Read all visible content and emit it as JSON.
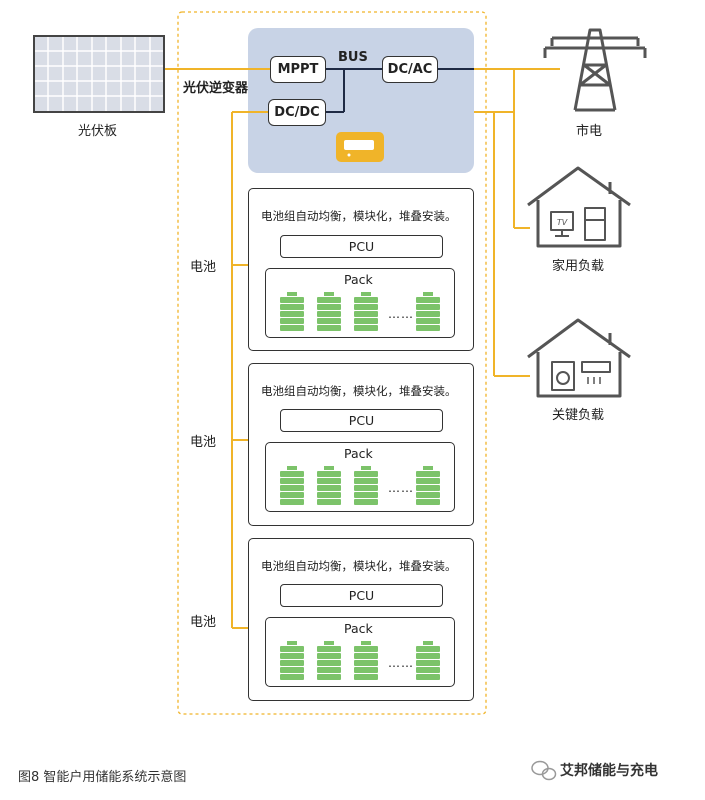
{
  "labels": {
    "pv_panel": "光伏板",
    "inverter": "光伏逆变器",
    "grid": "市电",
    "home_load": "家用负载",
    "critical_load": "关键负载",
    "bus": "BUS"
  },
  "converters": {
    "mppt": "MPPT",
    "dcdc": "DC/DC",
    "dcac": "DC/AC"
  },
  "batteries": [
    {
      "label": "电池",
      "note": "电池组自动均衡，模块化，堆叠安装。",
      "pcu": "PCU",
      "pack": "Pack",
      "ellipsis": "……"
    },
    {
      "label": "电池",
      "note": "电池组自动均衡，模块化，堆叠安装。",
      "pcu": "PCU",
      "pack": "Pack",
      "ellipsis": "……"
    },
    {
      "label": "电池",
      "note": "电池组自动均衡，模块化，堆叠安装。",
      "pcu": "PCU",
      "pack": "Pack",
      "ellipsis": "……"
    }
  ],
  "caption": "图8 智能户用储能系统示意图",
  "watermark": "艾邦储能与充电",
  "colors": {
    "wire": "#f0b429",
    "inverter_bg": "#c8d3e6",
    "dashed_border": "#f0b429",
    "battery_green": "#7cc36a",
    "dark_line": "#1f2a44",
    "icon_gray": "#555555"
  },
  "icons": [
    "solar-panel-icon",
    "transmission-tower-icon",
    "house-tv-fridge-icon",
    "house-washer-ac-icon",
    "inverter-device-icon",
    "battery-cell-icon",
    "wechat-icon"
  ]
}
